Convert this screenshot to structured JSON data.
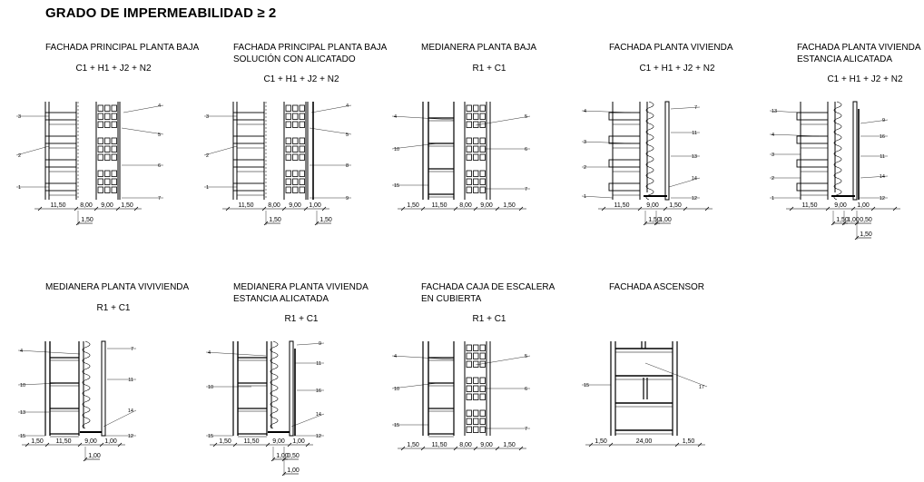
{
  "title": "GRADO DE IMPERMEABILIDAD ≥ 2",
  "panels": [
    {
      "title": [
        "FACHADA PRINCIPAL PLANTA BAJA"
      ],
      "formula": "C1 + H1 + J2 + N2",
      "callouts": [
        "3",
        "2",
        "1",
        "4",
        "5",
        "6",
        "7"
      ],
      "dims_row1": [
        "11,50",
        "8,00",
        "9,00",
        "1,50"
      ],
      "dims_row2": [
        "1,50"
      ]
    },
    {
      "title": [
        "FACHADA PRINCIPAL PLANTA BAJA",
        "SOLUCIÓN CON ALICATADO"
      ],
      "formula": "C1 + H1 + J2 + N2",
      "callouts": [
        "3",
        "2",
        "1",
        "4",
        "5",
        "8",
        "9"
      ],
      "dims_row1": [
        "11,50",
        "8,00",
        "9,00",
        "1,00"
      ],
      "dims_row2": [
        "1,50",
        "1,50"
      ]
    },
    {
      "title": [
        "MEDIANERA PLANTA BAJA"
      ],
      "formula": "R1 + C1",
      "callouts": [
        "4",
        "10",
        "15",
        "5",
        "6",
        "7"
      ],
      "dims_row1": [
        "1,50",
        "11,50",
        "8,00",
        "9,00",
        "1,50"
      ],
      "dims_row2": []
    },
    {
      "title": [
        "FACHADA PLANTA VIVIENDA"
      ],
      "formula": "C1 + H1 + J2 + N2",
      "callouts": [
        "4",
        "3",
        "2",
        "1",
        "7",
        "11",
        "13",
        "14",
        "12"
      ],
      "dims_row1": [
        "11,50",
        "9,00",
        "1,50"
      ],
      "dims_row2": [
        "1,50",
        "1,00"
      ]
    },
    {
      "title": [
        "FACHADA PLANTA VIVIENDA",
        "ESTANCIA ALICATADA"
      ],
      "formula": "C1 + H1 + J2 + N2",
      "callouts": [
        "13",
        "4",
        "3",
        "2",
        "1",
        "9",
        "16",
        "11",
        "14",
        "12"
      ],
      "dims_row1": [
        "11,50",
        "9,00",
        "1,00"
      ],
      "dims_row2": [
        "1,50",
        "1,00",
        "0,50"
      ],
      "dims_row3": [
        "1,50"
      ]
    },
    {
      "title": [
        "MEDIANERA PLANTA VIVIVIENDA"
      ],
      "formula": "R1 + C1",
      "callouts": [
        "4",
        "10",
        "13",
        "15",
        "7",
        "11",
        "14",
        "12"
      ],
      "dims_row1": [
        "1,50",
        "11,50",
        "9,00",
        "1,00"
      ],
      "dims_row2": [
        "1,00"
      ]
    },
    {
      "title": [
        "MEDIANERA PLANTA VIVIENDA",
        "ESTANCIA ALICATADA"
      ],
      "formula": "R1 + C1",
      "callouts": [
        "4",
        "10",
        "15",
        "9",
        "11",
        "16",
        "14",
        "12"
      ],
      "dims_row1": [
        "1,50",
        "11,50",
        "9,00",
        "1,00"
      ],
      "dims_row2": [
        "1,00",
        "0,50"
      ],
      "dims_row3": [
        "1,00"
      ]
    },
    {
      "title": [
        "FACHADA CAJA DE ESCALERA",
        "EN CUBIERTA"
      ],
      "formula": "R1 + C1",
      "callouts": [
        "4",
        "10",
        "15",
        "5",
        "6",
        "7"
      ],
      "dims_row1": [
        "1,50",
        "11,50",
        "8,00",
        "9,00",
        "1,50"
      ],
      "dims_row2": []
    },
    {
      "title": [
        "FACHADA ASCENSOR"
      ],
      "formula": "",
      "callouts": [
        "15",
        "17"
      ],
      "dims_row1": [
        "1,50",
        "24,00",
        "1,50"
      ],
      "dims_row2": []
    }
  ]
}
